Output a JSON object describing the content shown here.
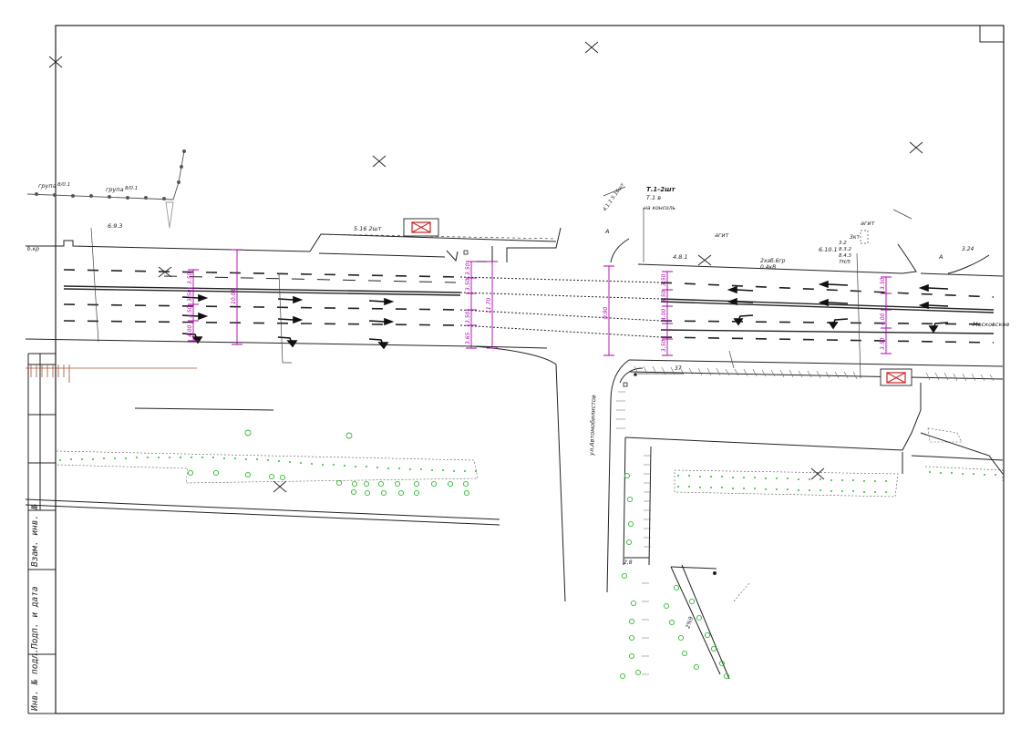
{
  "sheet": {
    "stamp": {
      "inventory_no": "Инв. № подл.",
      "sign_date": "Подп. и дата",
      "replace_no": "Взам. инв. №"
    }
  },
  "labels": {
    "group_left_prefix": "група",
    "group_left_frac": "8/0.1",
    "group_right_prefix": "група",
    "group_right_frac": "8/0.1",
    "sign_693": "6.9.3",
    "road_left": "б.кр",
    "sign_516": "5.16 2шт",
    "sign_t12": "Т.1-2шт",
    "sign_t12b": "Т.1 в",
    "sign_console": "на консоль",
    "sign_rot": "4.1.1 5.16шт",
    "letter_a1": "А",
    "letter_a2": "А",
    "sign_481": "4.8.1",
    "agit1": "агит",
    "agit2": "агит",
    "cable": "2хаб.6гр",
    "cable2": "0.4кВ",
    "sign_6101": "6.10.1",
    "frac_a": "3.2",
    "frac_b": "8.3.2",
    "frac_c": "8.4.3",
    "frac_d": "7Н/5",
    "sign_324": "3.24",
    "sign_3kv": "3кт",
    "street_moskovskoe": "Московское",
    "street_vertical": "ул.Автомобилистов",
    "dist_37": "37",
    "dist_28": "2,8",
    "slope": "2%9"
  },
  "dimensions": {
    "d1": "3.50",
    "d2": "3.50",
    "d3": "3.50",
    "d4": "4.00",
    "d5": "10.01",
    "d6": "3.50",
    "d7": "3.50",
    "d8": "3.50",
    "d9": "3.65",
    "d10": "11.70",
    "d11": "9.90",
    "d12": "3.50",
    "d13": "3.50",
    "d14": "4.00",
    "d15": "3.50",
    "d16": "3.50",
    "d17": "4.00",
    "d18": "3.50"
  },
  "colors": {
    "line": "#222222",
    "dimension": "#b000b0",
    "tree": "#33bb33",
    "sign": "#cc2222"
  },
  "icons": [
    "road-sign-icon",
    "tree-icon",
    "arrow-icon",
    "survey-cross-icon"
  ]
}
